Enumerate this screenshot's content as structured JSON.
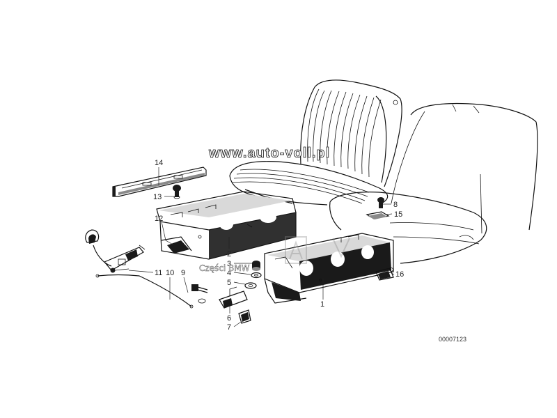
{
  "watermark": {
    "site": "www.auto-voll.pl",
    "parts_label": "Części BMW"
  },
  "diagram_id": "00007123",
  "callouts": [
    {
      "id": "c1",
      "label": "1"
    },
    {
      "id": "c2",
      "label": "2"
    },
    {
      "id": "c3",
      "label": "3"
    },
    {
      "id": "c4",
      "label": "4"
    },
    {
      "id": "c5",
      "label": "5"
    },
    {
      "id": "c6",
      "label": "6"
    },
    {
      "id": "c7",
      "label": "7"
    },
    {
      "id": "c8",
      "label": "8"
    },
    {
      "id": "c9",
      "label": "9"
    },
    {
      "id": "c10",
      "label": "10"
    },
    {
      "id": "c11",
      "label": "11"
    },
    {
      "id": "c12",
      "label": "12"
    },
    {
      "id": "c13",
      "label": "13"
    },
    {
      "id": "c14",
      "label": "14"
    },
    {
      "id": "c15",
      "label": "15"
    },
    {
      "id": "c16",
      "label": "16"
    }
  ],
  "colors": {
    "ink": "#111111",
    "background": "#ffffff"
  }
}
